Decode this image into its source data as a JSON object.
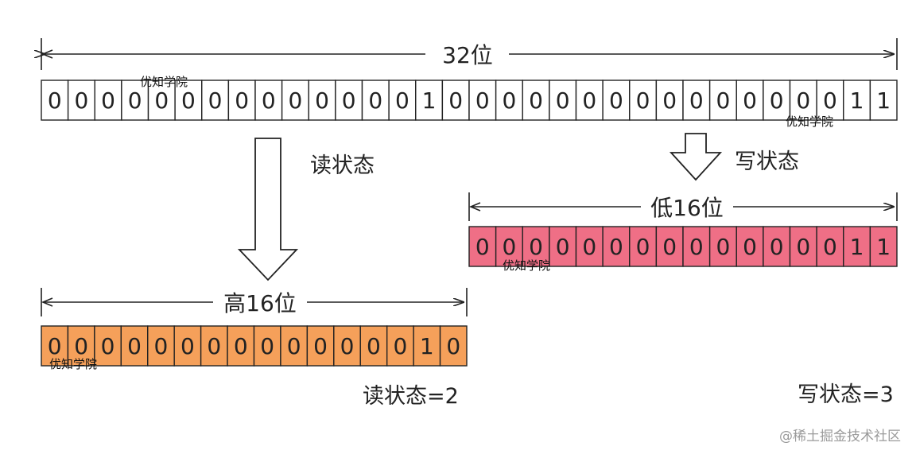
{
  "diagram": {
    "bits32": {
      "label": "32位",
      "bits": [
        "0",
        "0",
        "0",
        "0",
        "0",
        "0",
        "0",
        "0",
        "0",
        "0",
        "0",
        "0",
        "0",
        "0",
        "1",
        "0",
        "0",
        "0",
        "0",
        "0",
        "0",
        "0",
        "0",
        "0",
        "0",
        "0",
        "0",
        "0",
        "0",
        "0",
        "1",
        "1"
      ]
    },
    "read_arrow_label": "读状态",
    "write_arrow_label": "写状态",
    "high16": {
      "label": "高16位",
      "bits": [
        "0",
        "0",
        "0",
        "0",
        "0",
        "0",
        "0",
        "0",
        "0",
        "0",
        "0",
        "0",
        "0",
        "0",
        "1",
        "0"
      ],
      "color": "#f5a05a"
    },
    "low16": {
      "label": "低16位",
      "bits": [
        "0",
        "0",
        "0",
        "0",
        "0",
        "0",
        "0",
        "0",
        "0",
        "0",
        "0",
        "0",
        "0",
        "0",
        "1",
        "1"
      ],
      "color": "#ef6f86"
    },
    "read_result": "读状态=2",
    "write_result": "写状态=3",
    "watermark": "优知学院"
  },
  "footer": {
    "text": "@稀土掘金技术社区"
  }
}
